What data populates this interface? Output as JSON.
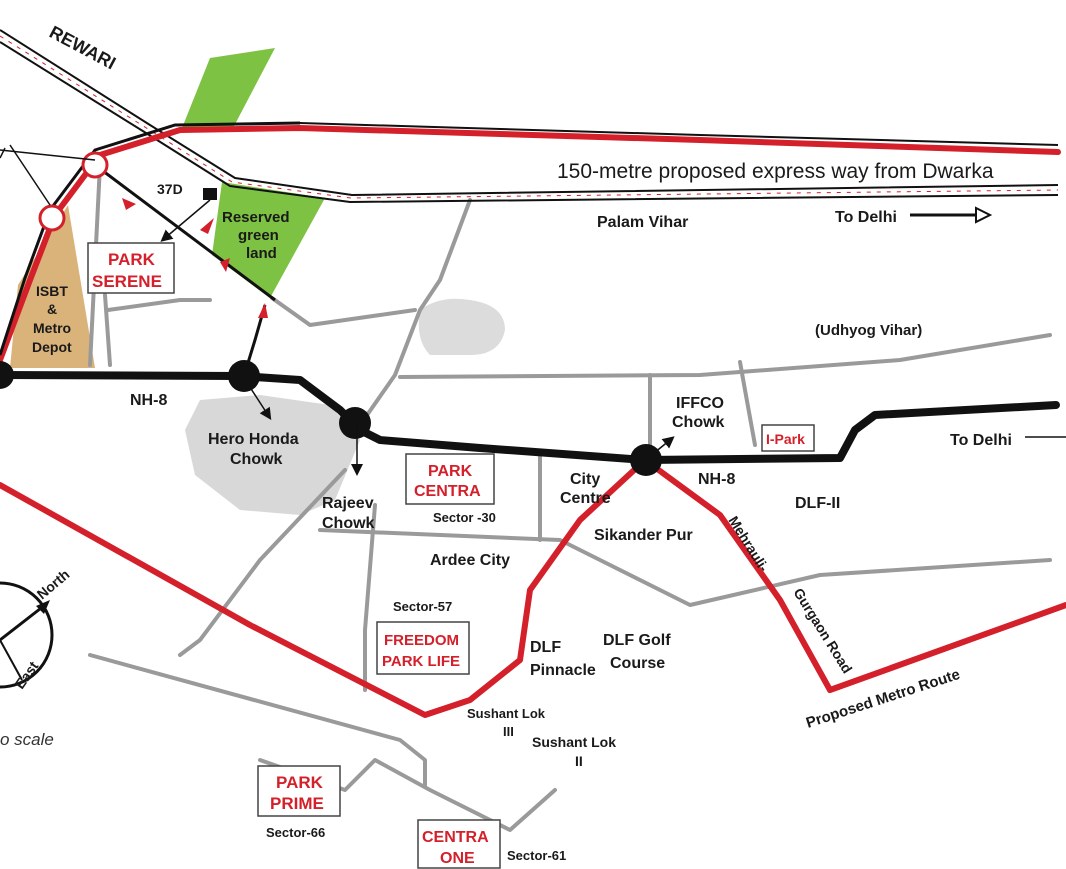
{
  "map": {
    "colors": {
      "red_route": "#d4202a",
      "highway": "#111111",
      "road": "#9a9a9a",
      "green_land": "#7dc242",
      "depot": "#d9b37a",
      "urban_area": "#d8d8d8"
    },
    "labels": {
      "rewari": "REWARI",
      "expressway": "150-metre proposed express way from Dwarka",
      "palam_vihar": "Palam Vihar",
      "to_delhi_top": "To Delhi",
      "udhyog_vihar": "(Udhyog Vihar)",
      "nh8_left": "NH-8",
      "nh8_right": "NH-8",
      "hero_honda_1": "Hero Honda",
      "hero_honda_2": "Chowk",
      "rajeev_1": "Rajeev",
      "rajeev_2": "Chowk",
      "iffco_1": "IFFCO",
      "iffco_2": "Chowk",
      "to_delhi_right": "To Delhi",
      "city_centre_1": "City",
      "city_centre_2": "Centre",
      "dlf_ii": "DLF-II",
      "sikander_pur": "Sikander Pur",
      "ardee_city": "Ardee City",
      "sector_30": "Sector -30",
      "sector_57": "Sector-57",
      "dlf_pinnacle_1": "DLF",
      "dlf_pinnacle_2": "Pinnacle",
      "dlf_golf_1": "DLF Golf",
      "dlf_golf_2": "Course",
      "mg_road_1": "Mehrauli-",
      "mg_road_2": "Gurgaon Road",
      "metro_route": "Proposed Metro Route",
      "sushant_iii_1": "Sushant Lok",
      "sushant_iii_2": "III",
      "sushant_ii_1": "Sushant Lok",
      "sushant_ii_2": "II",
      "sector_66": "Sector-66",
      "sector_61": "Sector-61",
      "label_37d": "37D",
      "reserved_1": "Reserved",
      "reserved_2": "green",
      "reserved_3": "land",
      "isbt_1": "ISBT",
      "isbt_2": "&",
      "isbt_3": "Metro",
      "isbt_4": "Depot",
      "north": "North",
      "east": "East",
      "scale_note": "o scale"
    },
    "projects": {
      "park_serene_1": "PARK",
      "park_serene_2": "SERENE",
      "park_centra_1": "PARK",
      "park_centra_2": "CENTRA",
      "i_park": "I-Park",
      "freedom_1": "FREEDOM",
      "freedom_2": "PARK LIFE",
      "park_prime_1": "PARK",
      "park_prime_2": "PRIME",
      "centra_one_1": "CENTRA",
      "centra_one_2": "ONE"
    }
  }
}
